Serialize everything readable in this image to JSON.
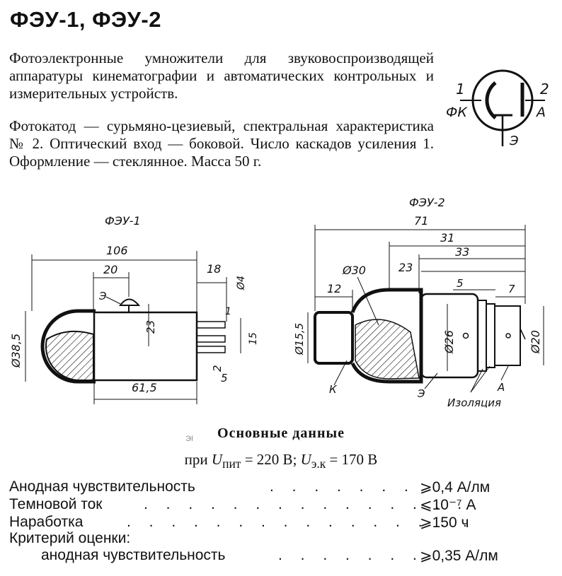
{
  "title": "ФЭУ-1, ФЭУ-2",
  "description": "Фотоэлектронные умножители для звуковоспроизводящей аппаратуры кинематографии и автоматических контрольных и измерительных устройств.",
  "specs_text": "Фотокатод — сурьмяно-цезиевый, спектральная характеристика № 2. Оптический вход — боковой. Число каскадов усиления 1. Оформление — стеклянное. Масса 50 г.",
  "symbol": {
    "pin1": "1",
    "pin2": "2",
    "cathode": "ФК",
    "anode": "А",
    "emitter": "Э"
  },
  "drawing1": {
    "label": "ФЭУ-1",
    "dim_106": "106",
    "dim_20": "20",
    "dim_18": "18",
    "dim_d4": "Ø4",
    "dim_23": "23",
    "dim_d385": "Ø38,5",
    "dim_1": "1",
    "dim_15": "15",
    "dim_2": "2",
    "dim_5": "5",
    "dim_615": "61,5",
    "label_e": "Э"
  },
  "drawing2": {
    "label": "ФЭУ-2",
    "dim_71": "71",
    "dim_31": "31",
    "dim_23": "23",
    "dim_33": "33",
    "dim_d30": "Ø30",
    "dim_12": "12",
    "dim_5": "5",
    "dim_7": "7",
    "dim_d155": "Ø15,5",
    "dim_d26": "Ø26",
    "dim_d20": "Ø20",
    "label_k": "К",
    "label_e": "Э",
    "label_a": "А",
    "label_iso": "Изоляция"
  },
  "data_header": "Основные данные",
  "conditions": {
    "prefix": "при ",
    "u1_sym": "U",
    "u1_sub": "пит",
    "u1_val": " = 220 В; ",
    "u2_sym": "U",
    "u2_sub": "э.к",
    "u2_val": " = 170 В"
  },
  "faint_mark": "ЭI",
  "rows": [
    {
      "label": "Анодная чувствительность",
      "value": "⩾0,4 А/лм"
    },
    {
      "label": "Темновой ток",
      "value": "⩽10⁻⁷ А"
    },
    {
      "label": "Наработка",
      "value": "⩾150 ч"
    },
    {
      "label": "Критерий оценки:",
      "value": ""
    },
    {
      "label": "анодная чувствительность",
      "value": "⩾0,35 А/лм"
    }
  ]
}
